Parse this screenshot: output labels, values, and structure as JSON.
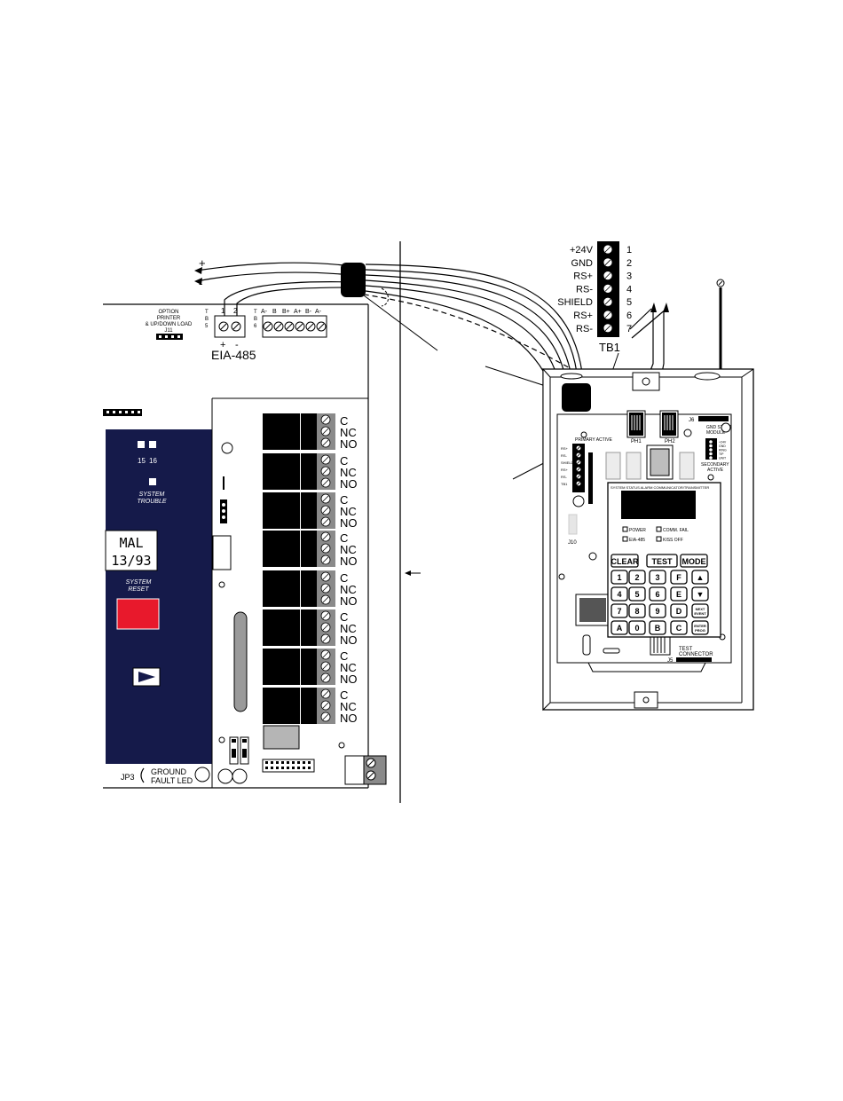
{
  "colors": {
    "panel_blue": "#151a4a",
    "reset_red": "#e8192c",
    "relay_black": "#000000",
    "screw_gray": "#8a8a8a"
  },
  "wiring": {
    "plus_sign": "+",
    "minus_sign": "-"
  },
  "main_board": {
    "option_header": [
      "OPTION",
      "PRINTER",
      "& UP/DOWN LOAD",
      "J11"
    ],
    "tb5_label": [
      "T",
      "B",
      "5"
    ],
    "tb6_label": [
      "T",
      "B",
      "6"
    ],
    "tb5_terminals": [
      "1",
      "2"
    ],
    "tb5_polarity": [
      "+",
      "-"
    ],
    "tb6_terminals": [
      "A-",
      "B",
      "B+",
      "A+",
      "B-",
      "A-"
    ],
    "eia_label": "EIA-485",
    "zones": [
      "15",
      "16"
    ],
    "system_trouble": [
      "SYSTEM",
      "TROUBLE"
    ],
    "mal_display": [
      "MAL",
      "13/93"
    ],
    "system_reset": [
      "SYSTEM",
      "RESET"
    ],
    "relay_contacts": [
      "C",
      "NC",
      "NO"
    ],
    "relay_count": 8,
    "jp3_label": "JP3",
    "ground_fault": [
      "GROUND",
      "FAULT LED"
    ]
  },
  "terminal_block": {
    "signals": [
      "+24V",
      "GND",
      "RS+",
      "RS-",
      "SHIELD",
      "RS+",
      "RS-"
    ],
    "numbers": [
      "1",
      "2",
      "3",
      "4",
      "5",
      "6",
      "7"
    ],
    "label": "TB1"
  },
  "annunciator": {
    "primary_active": "PRIMARY ACTIVE",
    "secondary_active": [
      "SECONDARY",
      "ACTIVE"
    ],
    "j6_label": "J6",
    "gnd_start": [
      "GND START",
      "MODULE"
    ],
    "phone_jacks": [
      "PH1",
      "PH2"
    ],
    "j10_label": "J10",
    "keypad_header": "SYSTEM STATUS ALARM COMMUNICATOR/TRANSMITTER",
    "indicators": [
      "POWER",
      "COMM. FAIL",
      "EIA-485",
      "KISS OFF"
    ],
    "function_keys": [
      "CLEAR",
      "TEST",
      "MODE"
    ],
    "keys": [
      [
        "1",
        "2",
        "3",
        "F",
        "▲"
      ],
      [
        "4",
        "5",
        "6",
        "E",
        "▼"
      ],
      [
        "7",
        "8",
        "9",
        "D",
        "NEXT EVENT"
      ],
      [
        "A",
        "0",
        "B",
        "C",
        "ENTER PROG"
      ]
    ],
    "test_connector": [
      "TEST",
      "CONNECTOR"
    ],
    "j5_label": "J5",
    "left_pins": [
      "RS+",
      "RS-",
      "SHIELD",
      "RS+",
      "RS-",
      "TB1"
    ],
    "right_pins": [
      "+24V",
      "GND",
      "RING",
      "TIP",
      "UNIT"
    ]
  }
}
